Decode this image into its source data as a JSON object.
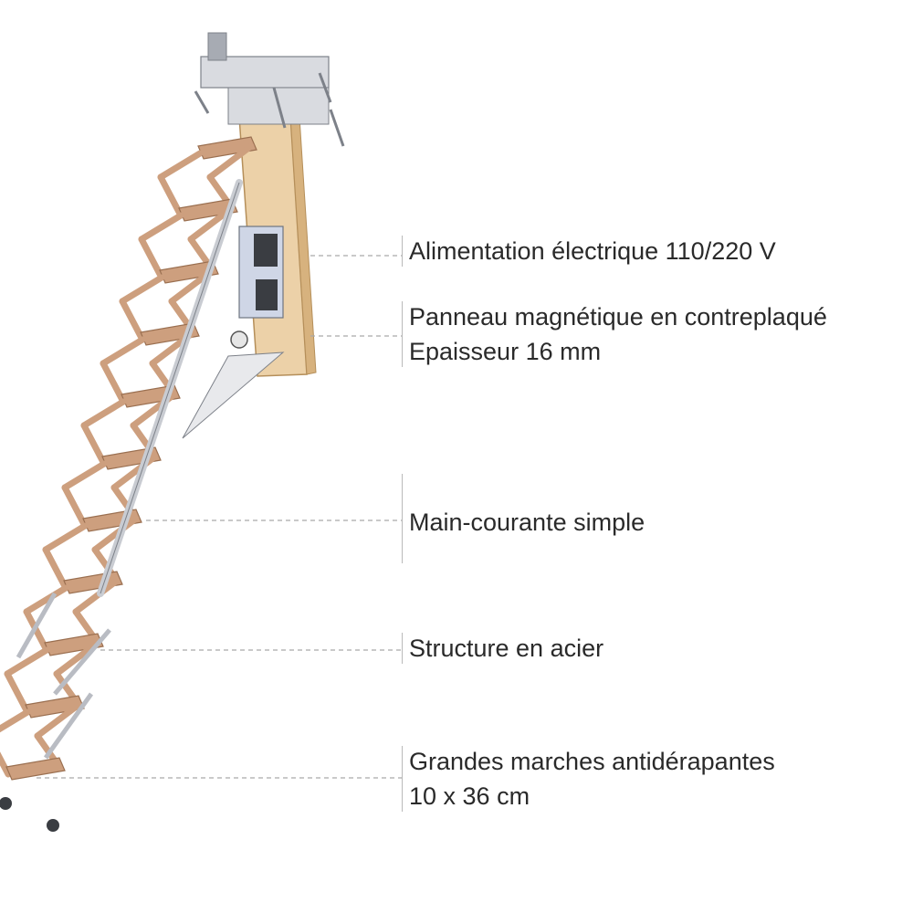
{
  "colors": {
    "wood": "#cd9f7e",
    "wood_dark": "#9a6f50",
    "steel": "#d9dbe0",
    "steel_dark": "#7d8189",
    "panel": "#ecd1a8",
    "panel_edge": "#b58f5a",
    "leader": "#a9a9a9",
    "text": "#2a2a2a"
  },
  "callouts": [
    {
      "id": "power",
      "lines": [
        "Alimentation électrique 110/220 V"
      ]
    },
    {
      "id": "panel",
      "lines": [
        "Panneau magnétique en contreplaqué",
        "Epaisseur 16 mm"
      ]
    },
    {
      "id": "handrail",
      "lines": [
        "Main-courante simple"
      ]
    },
    {
      "id": "structure",
      "lines": [
        "Structure en acier"
      ]
    },
    {
      "id": "steps",
      "lines": [
        "Grandes marches antidérapantes",
        "10 x 36 cm"
      ]
    }
  ]
}
